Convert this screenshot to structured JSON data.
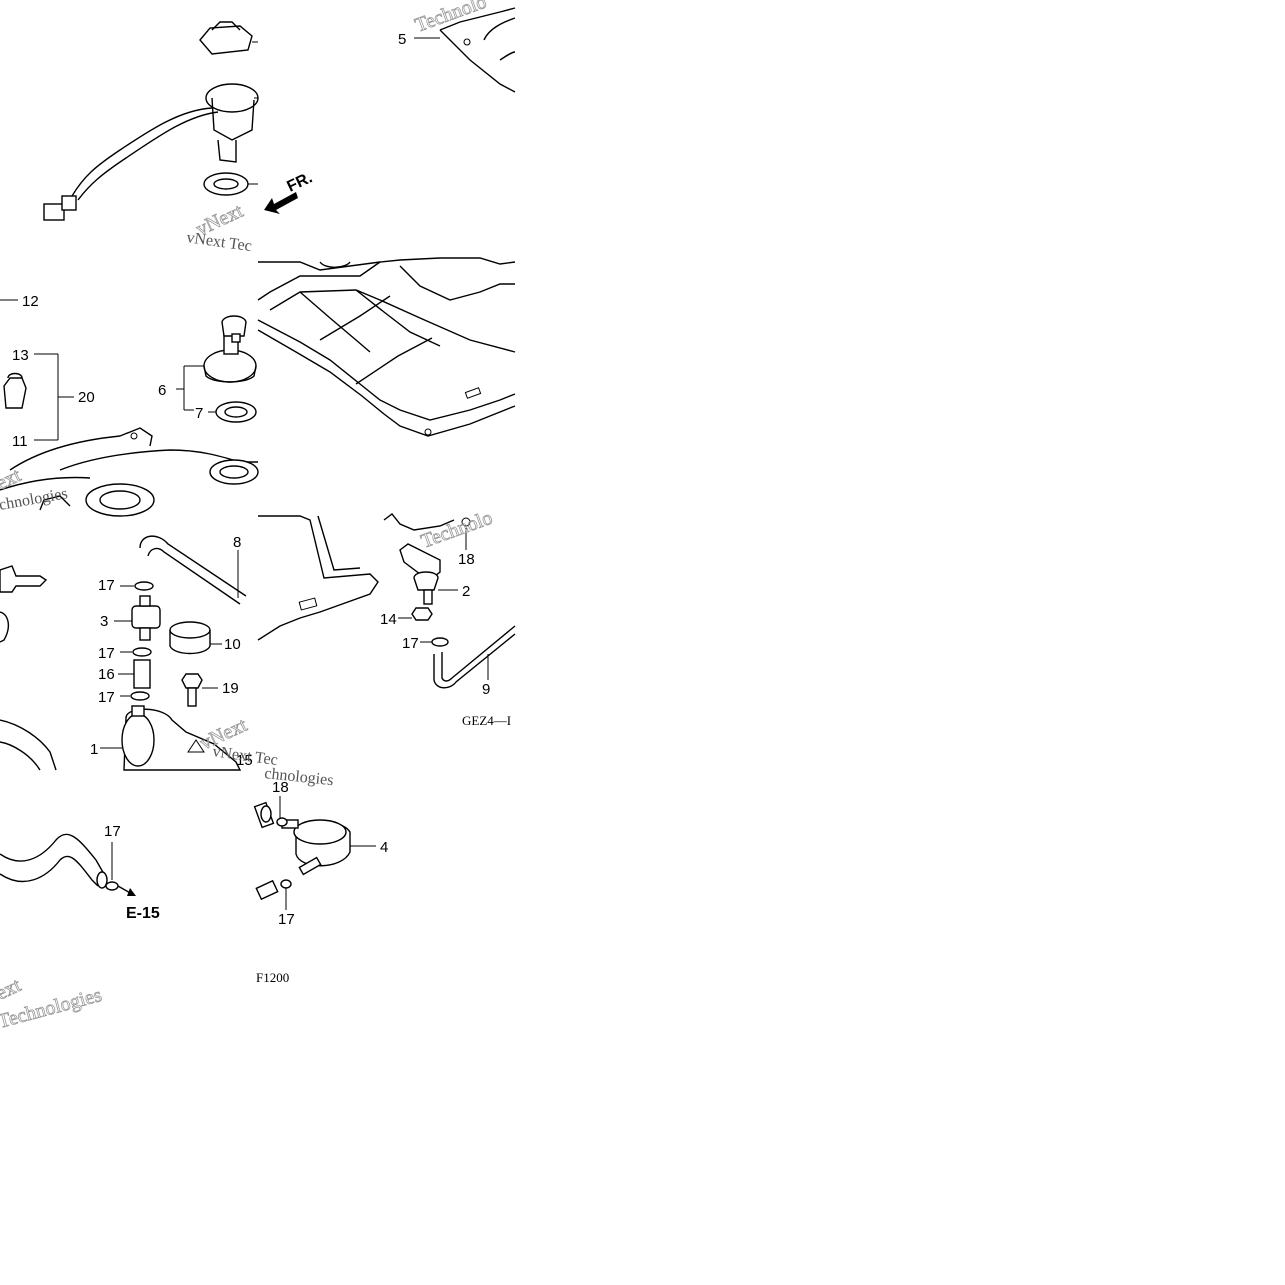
{
  "diagram": {
    "callouts": {
      "c1": "1",
      "c2": "2",
      "c3": "3",
      "c4": "4",
      "c5": "5",
      "c6": "6",
      "c7": "7",
      "c8": "8",
      "c9": "9",
      "c10": "10",
      "c11": "11",
      "c12": "12",
      "c13": "13",
      "c14": "14",
      "c15": "15",
      "c16": "16",
      "c17": "17",
      "c18": "18",
      "c19": "19",
      "c20": "20"
    },
    "direction_label": "FR.",
    "reference_label": "E-15",
    "figure_code": "GEZ4—I",
    "figure_code_2": "F1200"
  },
  "watermarks": {
    "brand_a": "vNext",
    "brand_b": "Technologies",
    "brand_c": "vNext Tec",
    "brand_d": "Technolo",
    "brand_e": "chnologies",
    "brand_f": "ext",
    "brand_g": "vNext Tec",
    "brand_h": "chnologies"
  }
}
